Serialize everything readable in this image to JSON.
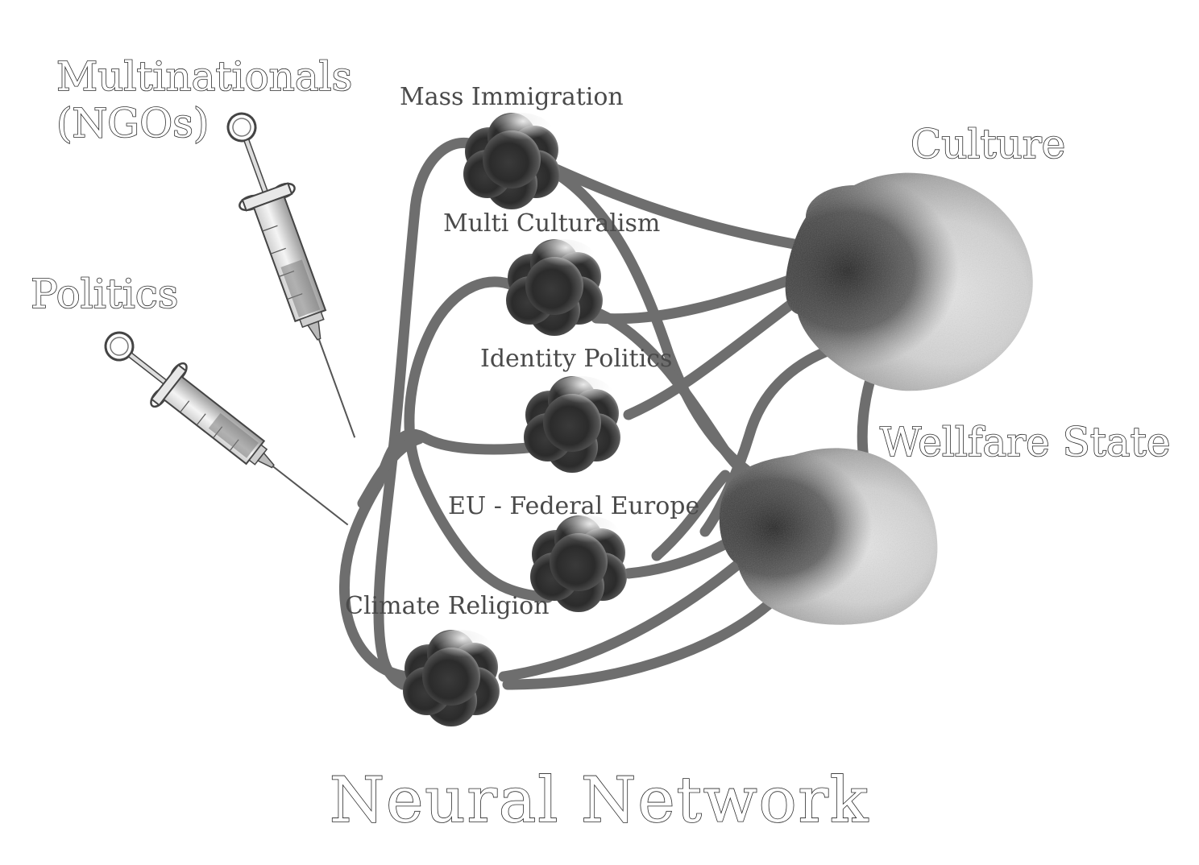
{
  "title": "Neural Network",
  "injectors": [
    {
      "id": "multinationals",
      "line1": "Multinationals",
      "line2": "(NGOs)"
    },
    {
      "id": "politics",
      "line1": "Politics"
    }
  ],
  "nodes": [
    {
      "id": "mass-immigration",
      "label": "Mass Immigration"
    },
    {
      "id": "multi-culturalism",
      "label": "Multi Culturalism"
    },
    {
      "id": "identity-politics",
      "label": "Identity Politics"
    },
    {
      "id": "eu-federal-europe",
      "label": "EU - Federal Europe"
    },
    {
      "id": "climate-religion",
      "label": "Climate Religion"
    }
  ],
  "targets": [
    {
      "id": "culture",
      "label": "Culture"
    },
    {
      "id": "welfare-state",
      "label": "Wellfare State"
    }
  ],
  "colors": {
    "background": "#ffffff",
    "fiber": "#6e6e6e",
    "node_dark": "#2b2b2b",
    "node_light": "#e2e2e2"
  }
}
